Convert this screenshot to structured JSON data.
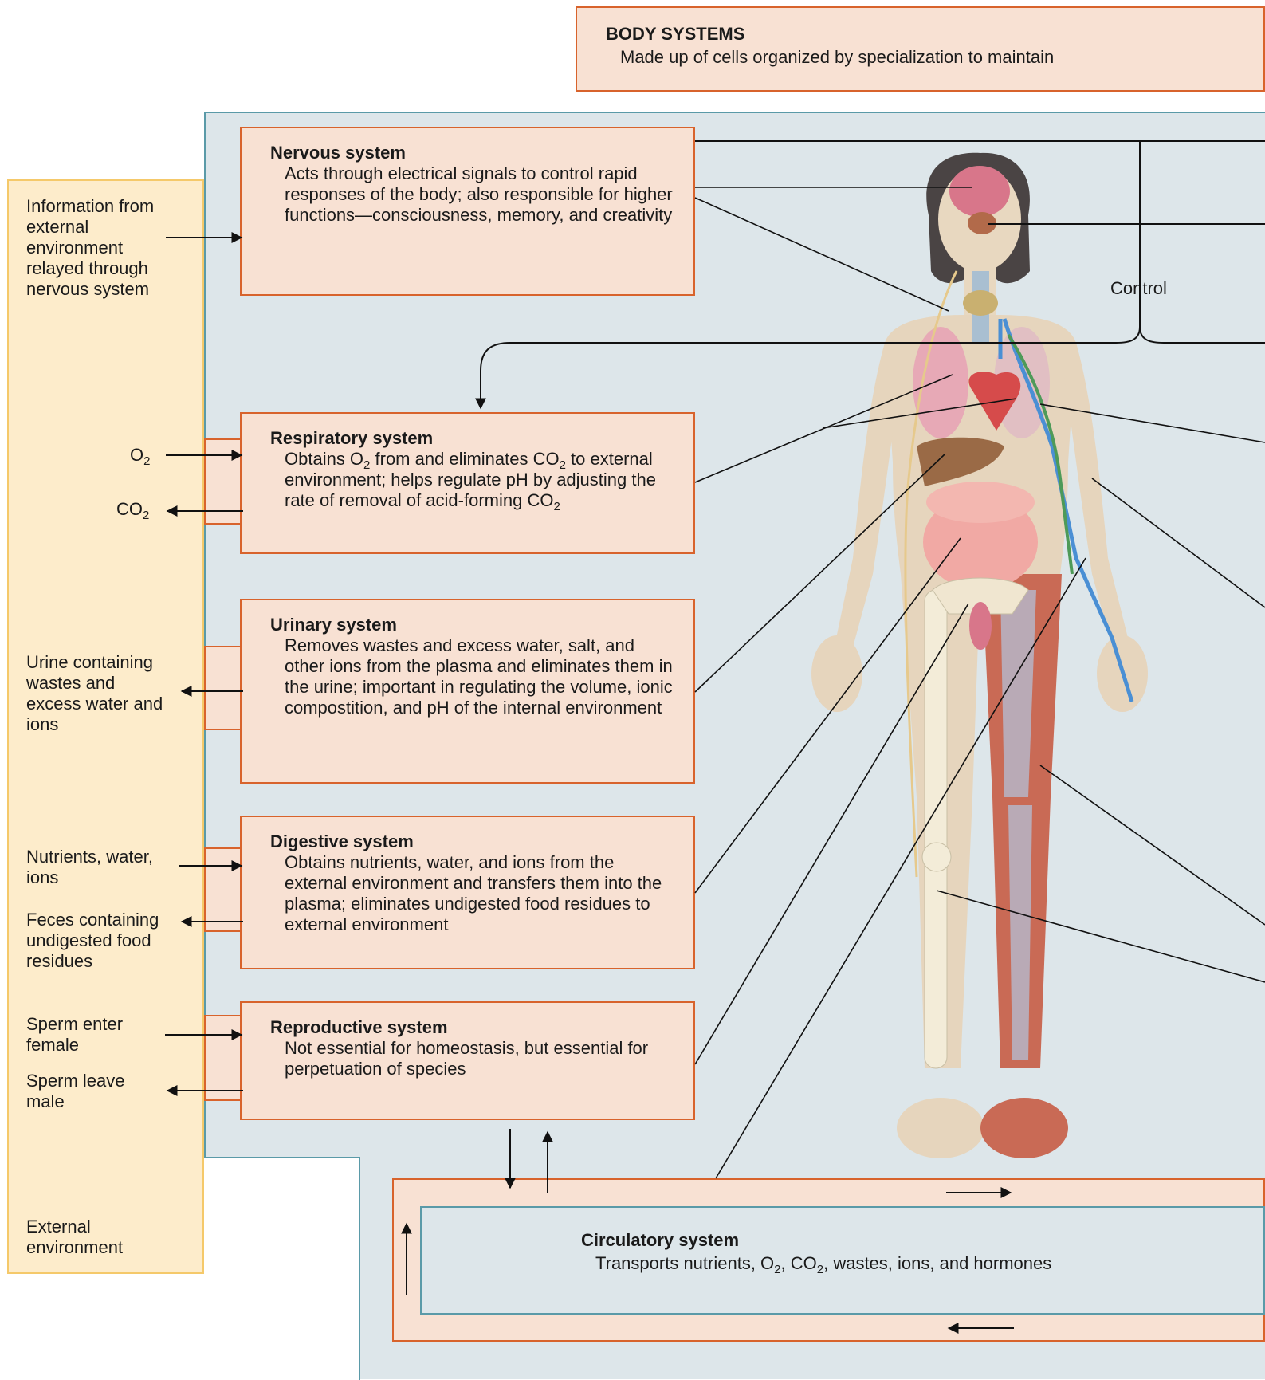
{
  "header": {
    "title": "BODY SYSTEMS",
    "subtitle": "Made up of cells organized by specialization to maintain"
  },
  "external": {
    "info_text": "Information from external environment relayed through nervous system",
    "o2": "O",
    "o2_sub": "2",
    "co2": "CO",
    "co2_sub": "2",
    "urine": "Urine containing wastes and excess water and ions",
    "nutrients": "Nutrients, water, ions",
    "feces": "Feces containing undigested food residues",
    "sperm_enter": "Sperm enter female",
    "sperm_leave": "Sperm leave male",
    "label": "External environment"
  },
  "systems": {
    "nervous": {
      "title": "Nervous system",
      "desc": "Acts through electrical signals to control rapid responses of the body; also responsible for higher functions—consciousness, memory, and creativity"
    },
    "respiratory": {
      "title": "Respiratory system",
      "desc_1": "Obtains O",
      "desc_sub1": "2",
      "desc_2": " from and eliminates CO",
      "desc_sub2": "2",
      "desc_3": " to external environment; helps regulate pH by adjusting the rate of removal of acid-forming CO",
      "desc_sub3": "2"
    },
    "urinary": {
      "title": "Urinary system",
      "desc": "Removes wastes and excess water, salt, and other ions from the plasma and eliminates them in the urine; important in regulating the volume, ionic compostition, and pH of the internal environment"
    },
    "digestive": {
      "title": "Digestive system",
      "desc": "Obtains nutrients, water, and ions from the external environment and transfers them into the plasma; eliminates undigested food residues to external environment"
    },
    "reproductive": {
      "title": "Reproductive system",
      "desc": "Not essential for homeostasis, but essential for perpetuation of species"
    },
    "circulatory": {
      "title": "Circulatory system",
      "desc_1": "Transports nutrients, O",
      "desc_sub1": "2",
      "desc_2": ", CO",
      "desc_sub2": "2",
      "desc_3": ", wastes, ions, and hormones"
    }
  },
  "control_label": "Control",
  "colors": {
    "box_fill": "#f8e1d3",
    "box_border": "#d8632c",
    "internal_bg": "#dde6ea",
    "internal_border": "#5a9aa8",
    "external_fill": "#fdeccb",
    "external_border": "#f5c96a"
  }
}
